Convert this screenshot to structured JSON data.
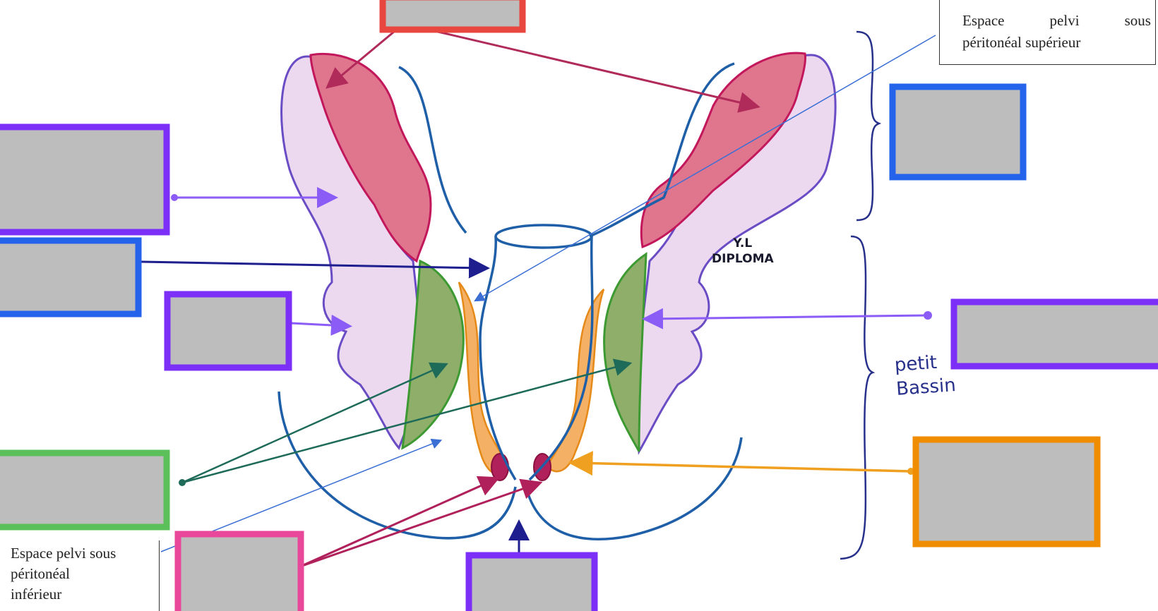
{
  "callouts": {
    "upper": {
      "line1_words": [
        "Espace",
        "pelvi",
        "sous"
      ],
      "line2": "péritonéal supérieur"
    },
    "lower": {
      "line1": "Espace pelvi sous",
      "line2": "péritonéal",
      "line3": "inférieur"
    }
  },
  "handwritten": {
    "petit_bassin_line1": "petit",
    "petit_bassin_line2": "Bassin",
    "author_line1": "Y.L",
    "author_line2": "DIPLOMA"
  },
  "colors": {
    "red_box": "#e8473f",
    "purple_box": "#7b2ff7",
    "blue_box": "#2563eb",
    "green_box": "#5cc05a",
    "pink_box": "#e8479a",
    "orange_box": "#f08c00",
    "box_fill": "#bdbdbd",
    "outline": "#1f5fa8"
  },
  "label_boxes": [
    {
      "id": "red-top",
      "color": "red"
    },
    {
      "id": "purple-left-upper",
      "color": "purple"
    },
    {
      "id": "blue-left",
      "color": "blue"
    },
    {
      "id": "purple-left-middle",
      "color": "purple"
    },
    {
      "id": "green-left",
      "color": "green"
    },
    {
      "id": "pink-bottom",
      "color": "pink"
    },
    {
      "id": "purple-bottom",
      "color": "purple"
    },
    {
      "id": "blue-right",
      "color": "blue"
    },
    {
      "id": "purple-right",
      "color": "purple"
    },
    {
      "id": "orange-right",
      "color": "orange"
    }
  ]
}
